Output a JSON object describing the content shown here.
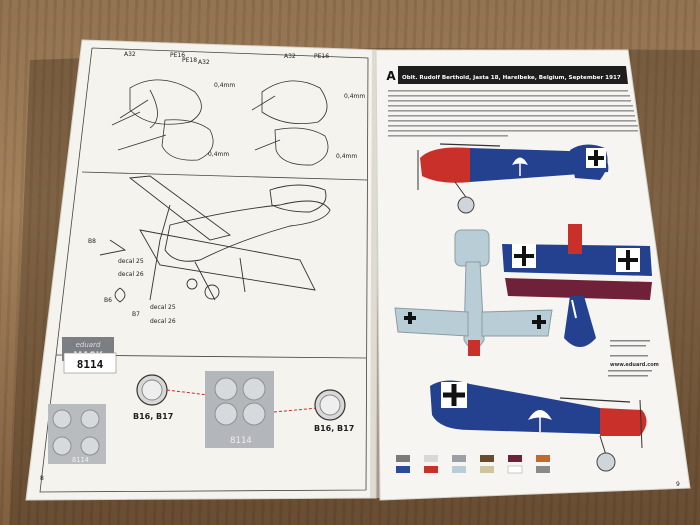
{
  "left_page": {
    "callouts": {
      "a32_1": "A32",
      "pe16_1": "PE16",
      "pe18": "PE18",
      "a32_2": "A32",
      "dim_1": "0,4mm",
      "a32_3": "A32",
      "pe16_2": "PE16",
      "dim_2": "0,4mm",
      "dim_3": "0,4mm",
      "dim_4": "0,4mm",
      "b8": "B8",
      "decal25_1": "decal 25",
      "decal26_1": "decal 26",
      "b6": "B6",
      "b7": "B7",
      "decal25_2": "decal 25",
      "decal26_2": "decal 26"
    },
    "mask_brand": "eduard",
    "mask_word": "MASK",
    "mask_number": "8114",
    "mask_sheet_number": "8114",
    "mask_sheet_small": "8114",
    "wheel_label_1": "B16, B17",
    "wheel_label_2": "B16, B17",
    "page_number": "8"
  },
  "right_page": {
    "scheme_letter": "A",
    "scheme_title": "Oblt. Rudolf Berthold, Jasta 18, Harelbeke, Belgium, September 1917",
    "website": "www.eduard.com",
    "page_number": "9"
  },
  "colors": {
    "red": "#c9302a",
    "blue": "#23418f",
    "light_blue": "#b9cdd6",
    "header_bg": "#1e1e1e",
    "wing_purple": "#6e2138"
  }
}
